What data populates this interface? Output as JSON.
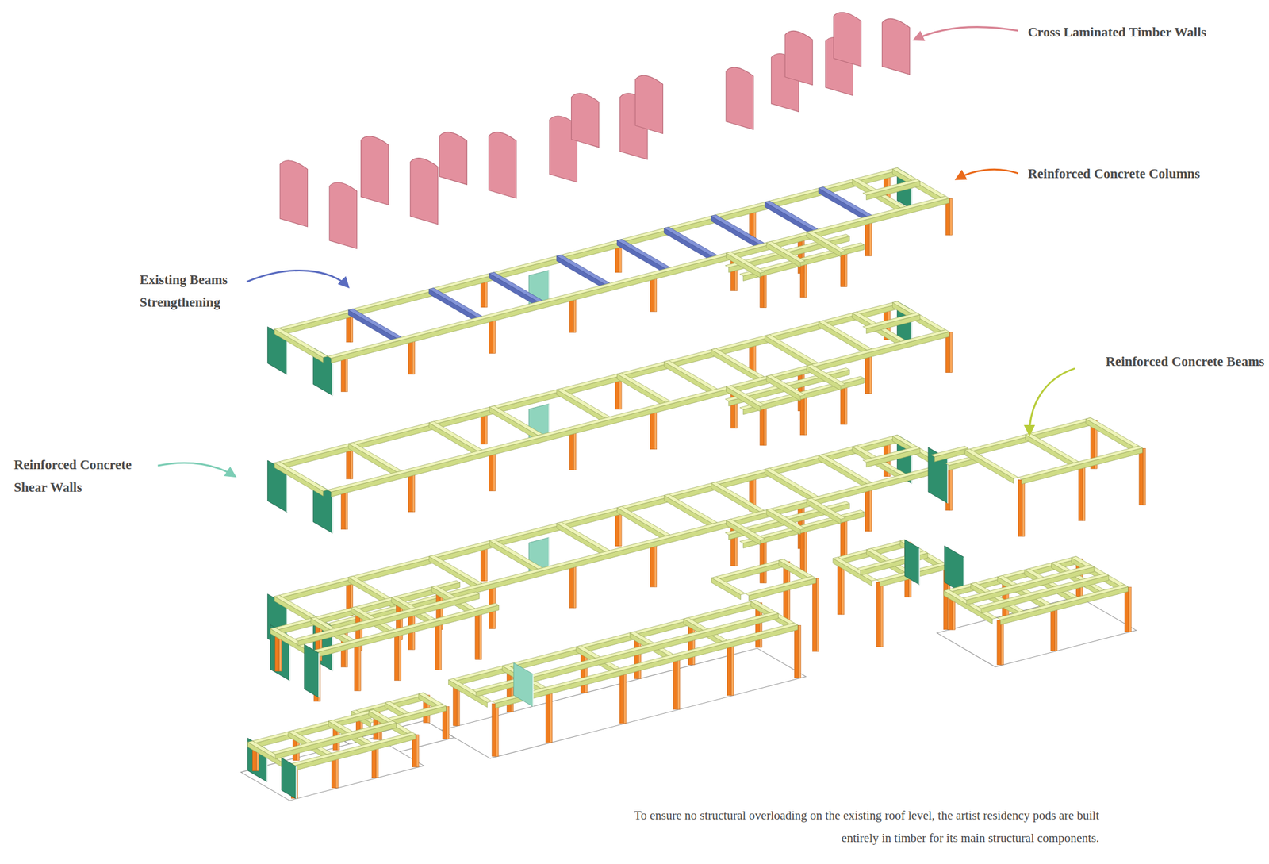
{
  "diagram": {
    "labels": [
      "Cross Laminated Timber Walls",
      "Reinforced Concrete Columns",
      "Existing Beams Strengthening",
      "Reinforced Concrete Beams",
      "Reinforced Concrete Shear Walls",
      "To ensure no structural overloading on the existing roof level, the artist residency pods are built entirely in timber for its main structural components."
    ]
  }
}
